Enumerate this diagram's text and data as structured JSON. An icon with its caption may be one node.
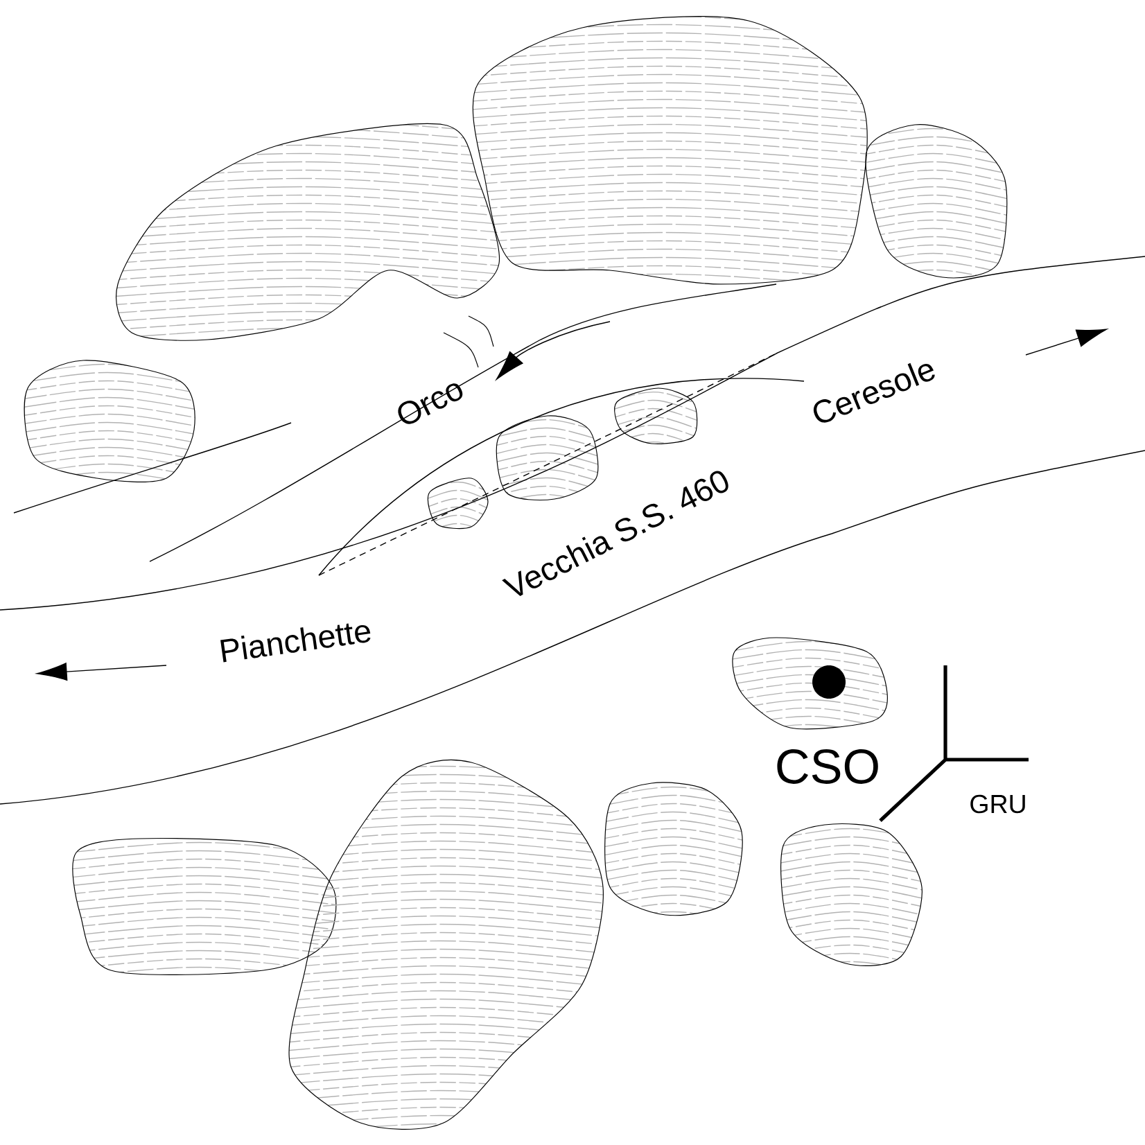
{
  "diagram": {
    "labels": [
      "Orco",
      "Ceresole",
      "Vecchia S.S. 460",
      "Pianchette",
      "CSO",
      "GRU"
    ]
  }
}
